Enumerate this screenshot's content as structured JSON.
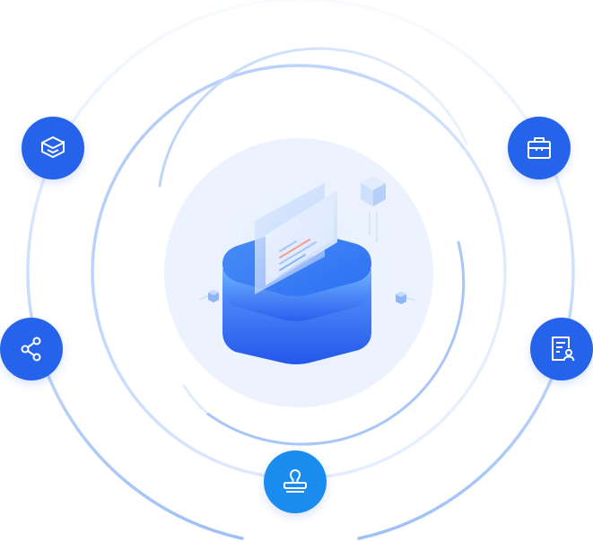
{
  "colors": {
    "node_fill": "#2563eb",
    "node_fill_light": "#1a8cf0",
    "ring_blue": "#8fb4f5",
    "ring_pale": "#d9e7fd",
    "center_glow": "#e9f1fe",
    "server_top": "#3b82f6",
    "server_mid": "#5aa3ff",
    "server_bottom": "#2a64f0",
    "cube": "#c9dcfb"
  },
  "nodes": [
    {
      "id": "layers",
      "icon": "layers-icon"
    },
    {
      "id": "briefcase",
      "icon": "briefcase-icon"
    },
    {
      "id": "share",
      "icon": "share-icon"
    },
    {
      "id": "profile",
      "icon": "document-user-icon"
    },
    {
      "id": "stamp",
      "icon": "stamp-icon"
    }
  ],
  "center": {
    "icon": "server-stack-icon"
  }
}
